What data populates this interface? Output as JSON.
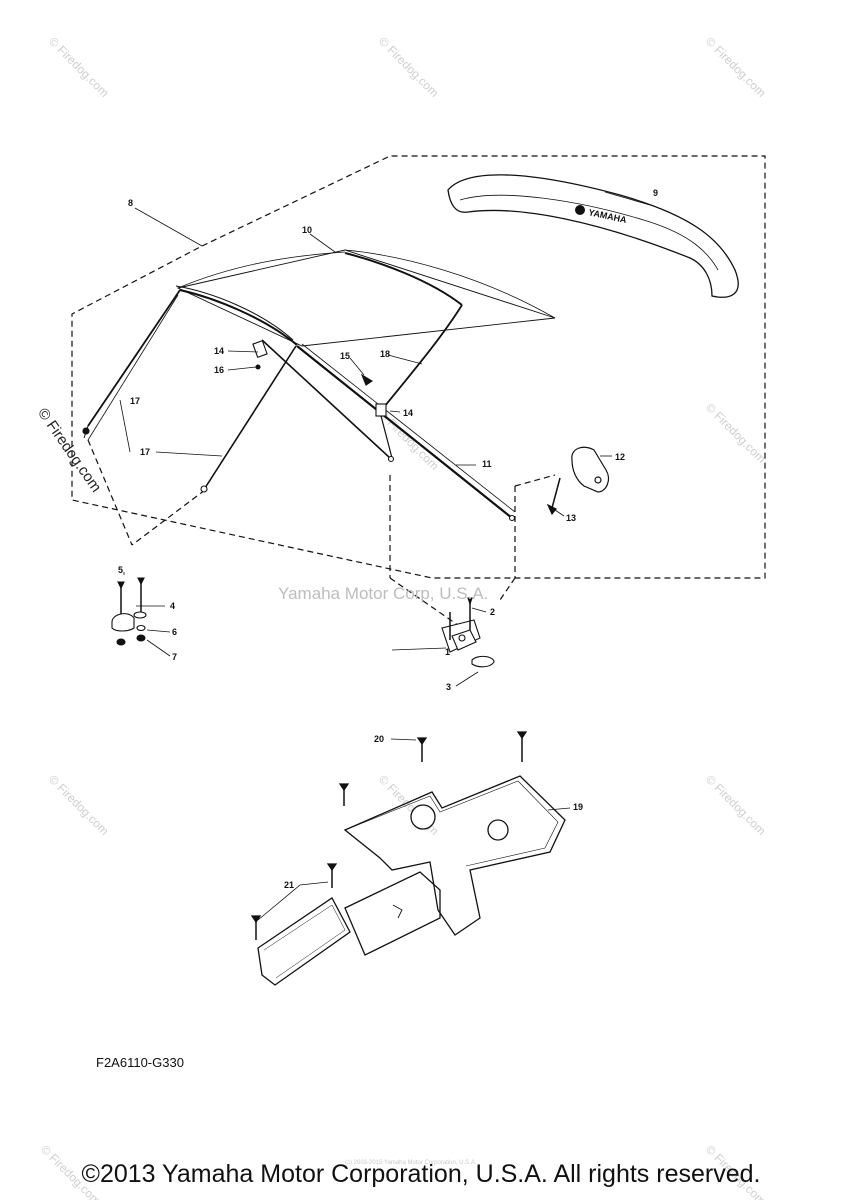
{
  "diagram": {
    "callouts": [
      "1",
      "2",
      "3",
      "4",
      "5",
      "6",
      "7",
      "8",
      "9",
      "10",
      "11",
      "12",
      "13",
      "14",
      "14",
      "15",
      "16",
      "17",
      "17",
      "18",
      "19",
      "20",
      "21"
    ],
    "brand_logo_text": "YAMAHA"
  },
  "watermarks": {
    "firedog": "© Firedog.com",
    "center": "Yamaha Motor Corp, U.S.A.",
    "tiny": "(c) 2003-2015 Yamaha Motor Corporation, U.S.A."
  },
  "footer": {
    "code": "F2A6110-G330",
    "copyright": "©2013 Yamaha Motor Corporation, U.S.A. All rights reserved."
  }
}
